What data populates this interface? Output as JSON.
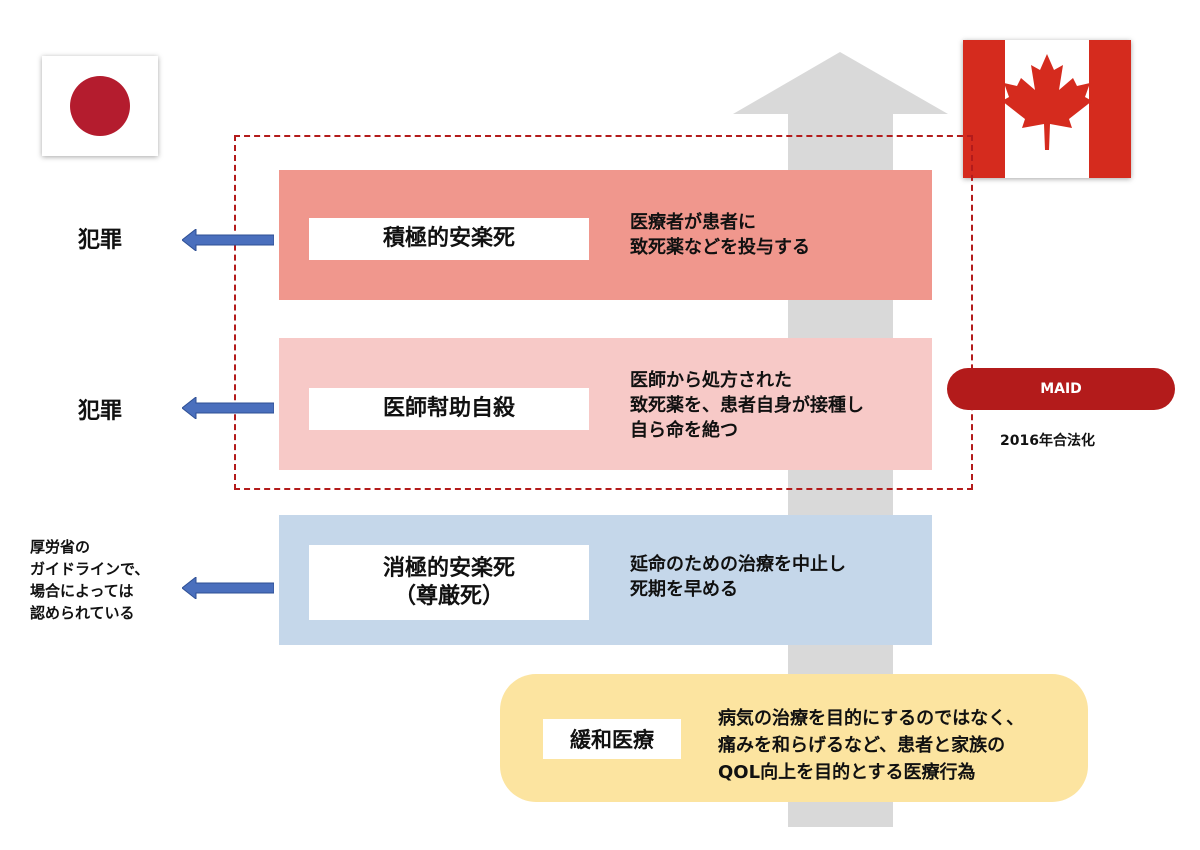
{
  "colors": {
    "dashed_border": "#b31b1b",
    "band_active": "#f0978d",
    "band_assisted": "#f7c9c7",
    "band_passive": "#c5d7ea",
    "palliative": "#fce4a0",
    "arrow_left": "#4a6fbd",
    "arrow_up": "#d9d9d9",
    "maid_pill": "#b31b1b"
  },
  "flags": {
    "left": "japan-flag-icon",
    "right": "canada-flag-icon"
  },
  "rows": [
    {
      "label": "積極的安楽死",
      "description": "医療者が患者に\n致死薬などを投与する",
      "japan_status": "犯罪"
    },
    {
      "label": "医師幇助自殺",
      "description": "医師から処方された\n致死薬を、患者自身が接種し\n自ら命を絶つ",
      "japan_status": "犯罪"
    },
    {
      "label_line1": "消極的安楽死",
      "label_line2": "（尊厳死）",
      "description": "延命のための治療を中止し\n死期を早める",
      "japan_status": "厚労省の\nガイドラインで、\n場合によっては\n認められている"
    }
  ],
  "palliative": {
    "label": "緩和医療",
    "description": "病気の治療を目的にするのではなく、\n痛みを和らげるなど、患者と家族の\nQOL向上を目的とする医療行為"
  },
  "canada": {
    "badge": "MAID",
    "note": "2016年合法化"
  }
}
